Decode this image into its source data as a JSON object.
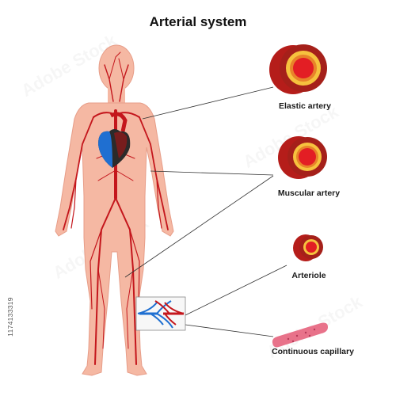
{
  "title": "Arterial system",
  "labels": {
    "elastic": "Elastic artery",
    "muscular": "Muscular artery",
    "arteriole": "Arteriole",
    "capillary": "Continuous capillary"
  },
  "image_id": "1174133319",
  "watermark": "Adobe Stock",
  "colors": {
    "skin": "#f5b8a3",
    "skin_outline": "#e79d88",
    "artery": "#c4161c",
    "vein": "#1f6fd1",
    "vessel_outer": "#b51d1a",
    "vessel_ring": "#f6c23e",
    "vessel_lumen": "#e31e24",
    "leader_line": "#333333"
  }
}
